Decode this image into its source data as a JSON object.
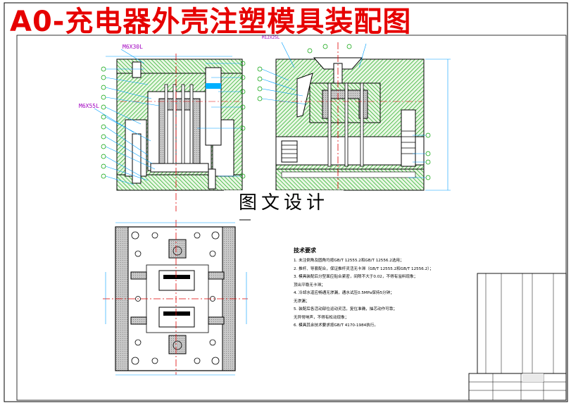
{
  "title": "A0-充电器外壳注塑模具装配图",
  "watermark": "图文设计",
  "callouts": {
    "screw_a": "M6X30L",
    "screw_b": "M6X55L",
    "screw_c": "M12X25L"
  },
  "notes": {
    "title": "技术要求",
    "lines": [
      "1. 未注倒角及圆角均按GB/T 12555.2和GB/T 12556.2选用；",
      "2. 推杆、导套配合，保证推杆灵活无卡滞（GB/T 12555.2和GB/T 12556.2）；",
      "3. 模具装配后分型面应贴合紧密，间隙不大于0.02，不得有溢料现象；",
      "   顶出平稳无卡滞；",
      "4. 冷却水道应畅通无渗漏，通水试压0.5MPa保持5分钟；",
      "   无渗漏；",
      "5. 装配后各活动部位运动灵活，复位准确，抽芯动作可靠；",
      "   无异常响声，不得有松动现象；",
      "6. 模具其余技术要求按GB/T 4170-1984执行。"
    ]
  },
  "colors": {
    "hatch": "#00a000",
    "outline": "#000000",
    "centerline": "#e00000",
    "callout": "#a000c0",
    "dimension": "#00a0ff",
    "title": "#e60000"
  }
}
